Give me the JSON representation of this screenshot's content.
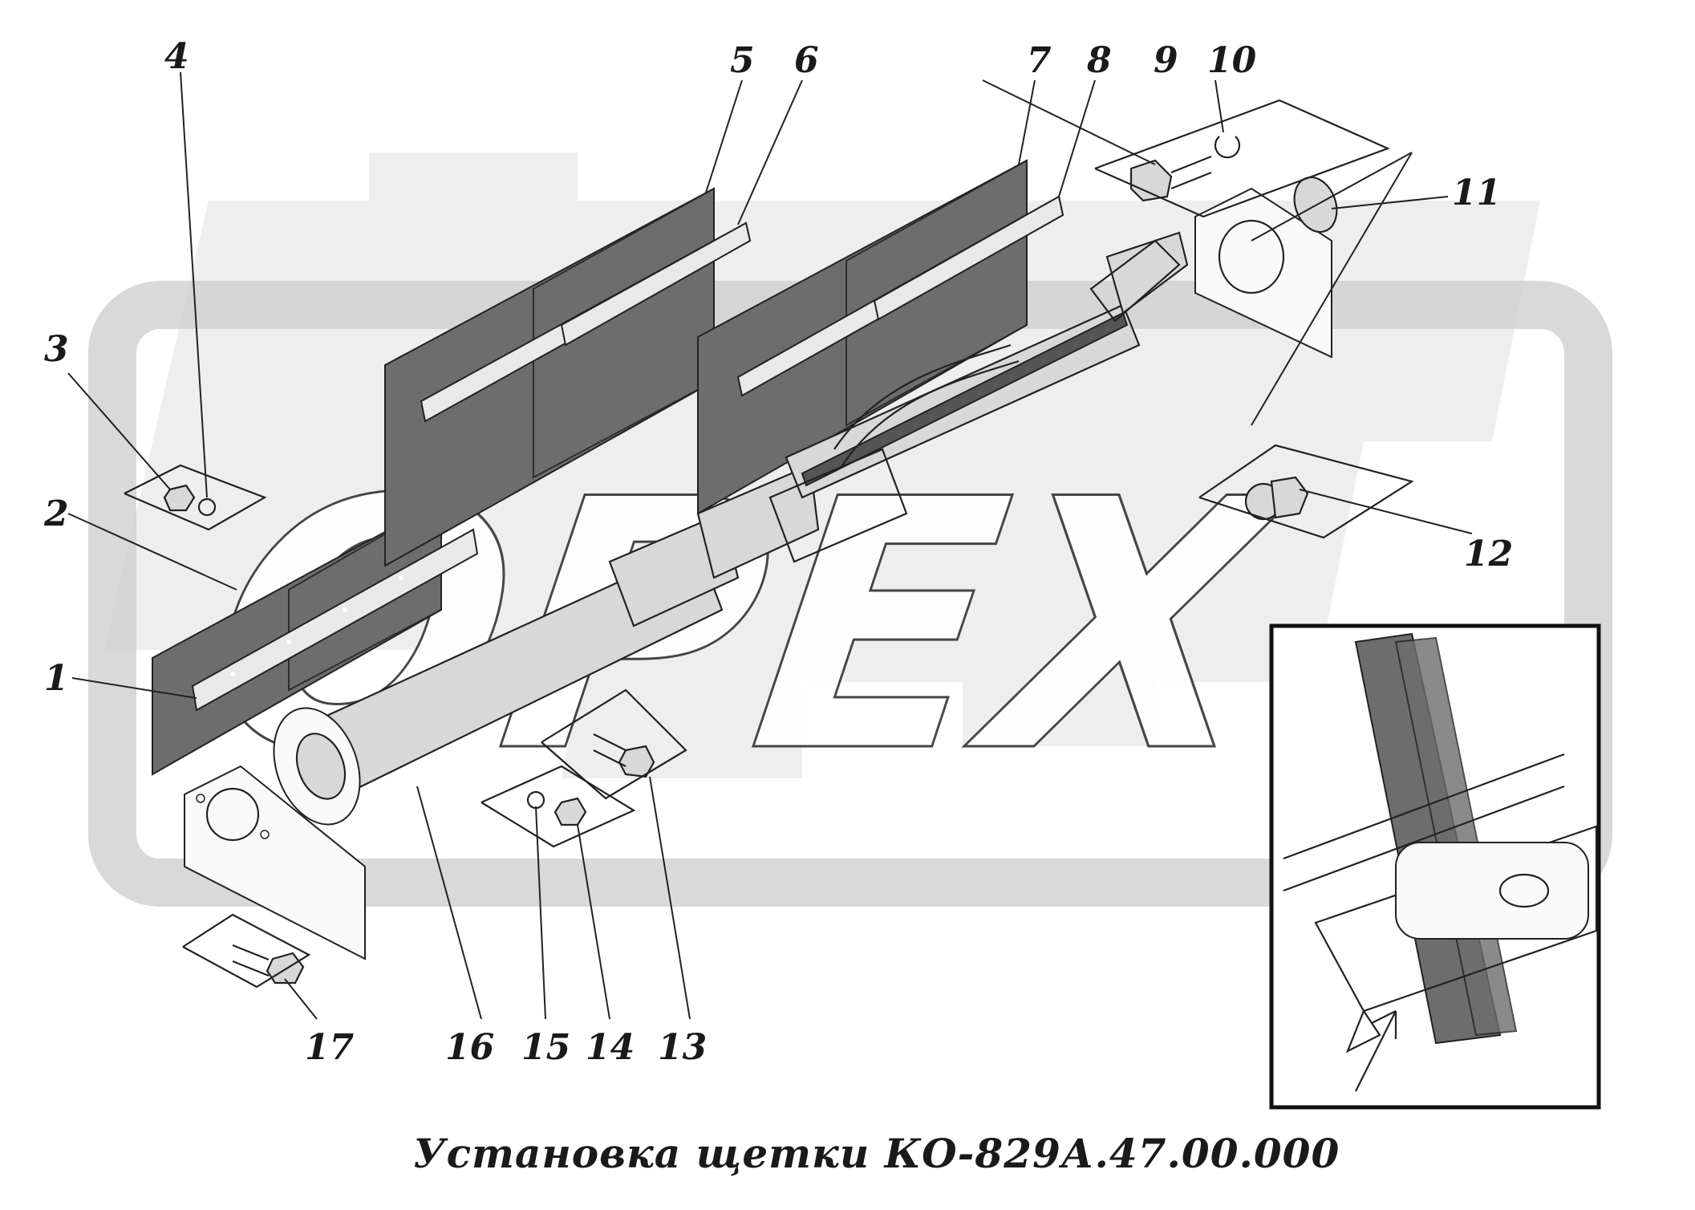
{
  "caption": "Установка щетки КО-829А.47.00.000",
  "watermark": "OPEX",
  "callouts": [
    "1",
    "2",
    "3",
    "4",
    "5",
    "6",
    "7",
    "8",
    "9",
    "10",
    "11",
    "12",
    "13",
    "14",
    "15",
    "16",
    "17"
  ],
  "colors": {
    "ink": "#222222",
    "watermark": "#cfcfcf",
    "mesh": "#6d6d6d",
    "background": "#ffffff"
  }
}
